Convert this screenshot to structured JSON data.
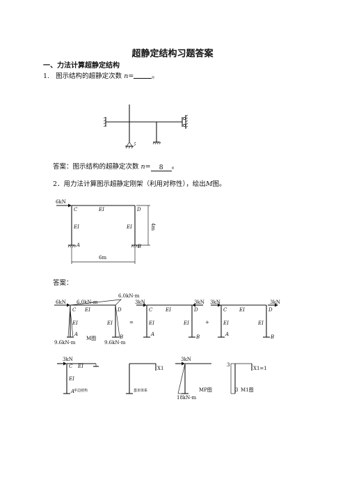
{
  "title": "超静定结构习题答案",
  "section1": "一、力法计算超静定结构",
  "q1": {
    "number": "1.",
    "text": "图示结构的超静定次数",
    "var": "n",
    "eq": "=",
    "suffix": "。"
  },
  "a1": {
    "prefix": "答案：图示结构的超静定次数",
    "var": "n",
    "eq": "=",
    "value": "8",
    "suffix": "。"
  },
  "q2": {
    "number": "2．",
    "text_a": "用力法计算图示超静定刚架（利用对称性），绘出",
    "var": "M",
    "text_b": "图。"
  },
  "fig2": {
    "load": "6kN",
    "C": "C",
    "D": "D",
    "A": "A",
    "B": "B",
    "EI": "EI",
    "height": "4m",
    "span": "6m"
  },
  "a2": {
    "label": "答案："
  },
  "fig3": {
    "load": "6kN",
    "load_half": "3kN",
    "moment_top": "6.0kN·m",
    "moment_c": "6.0kN·m",
    "moment_a": "9.6kN·m",
    "moment_b": "9.6kN·m",
    "M_label": "M图",
    "plus": "+",
    "equals": "=",
    "EI": "EI",
    "C": "C",
    "D": "D",
    "A": "A",
    "B": "B",
    "half_structure": "半边结构",
    "basic_system": "基本体系",
    "mp_label": "MP图",
    "m1_label": "M1图",
    "mp_value": "18kN·m",
    "x1": "X1",
    "x1_eq": "X1=1",
    "three_a": "3",
    "three_b": "3"
  }
}
